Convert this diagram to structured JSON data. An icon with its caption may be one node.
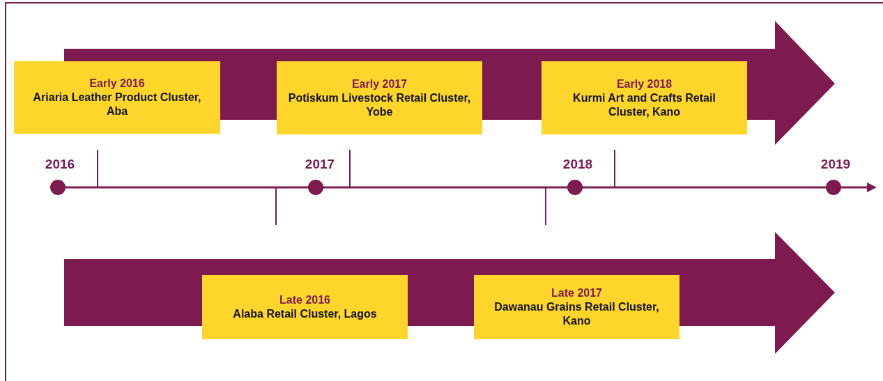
{
  "diagram": {
    "nodes": [
      {
        "text": [
          "Early 2016",
          "Ariaria Leather Product Cluster, Aba"
        ]
      },
      {
        "text": [
          "Early 2017",
          "Potiskum Livestock Retail Cluster, Yobe"
        ]
      },
      {
        "text": [
          "Early 2018",
          "Kurmi Art and Crafts Retail Cluster, Kano"
        ]
      },
      {
        "text": [
          "Late 2016",
          "Alaba Retail Cluster, Lagos"
        ]
      },
      {
        "text": [
          "Late 2017",
          "Dawanau Grains Retail Cluster, Kano"
        ]
      }
    ],
    "labels": [
      "2016",
      "2017",
      "2018",
      "2019"
    ]
  }
}
